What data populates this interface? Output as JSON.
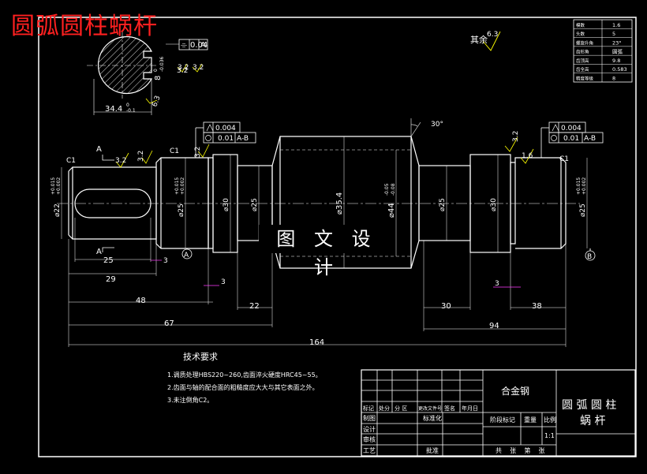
{
  "watermark_title": "圆弧圆柱蜗杆",
  "banner_text": "图 文 设 计",
  "section_view": {
    "flatness": [
      "⌯",
      "0.04",
      "A"
    ],
    "dims": [
      "34.4",
      "0",
      "-0.1",
      "8",
      "0",
      "-0.036"
    ],
    "roughness": [
      "3.2",
      "3.2",
      "6.3"
    ]
  },
  "remaining_roughness": {
    "label": "其余",
    "value": "6.3"
  },
  "param_table": [
    [
      "模数",
      "1.6"
    ],
    [
      "头数",
      "5"
    ],
    [
      "螺旋升角",
      "23°"
    ],
    [
      "齿形角",
      "圆弧"
    ],
    [
      "齿顶高",
      "9.8"
    ],
    [
      "齿全高",
      "0.583"
    ],
    [
      "精度等级",
      "8"
    ]
  ],
  "left_tolerance": {
    "runout": "0.004",
    "coax": "0.01",
    "ref": "A-B"
  },
  "right_tolerance": {
    "runout": "0.004",
    "coax": "0.01",
    "ref": "A-B"
  },
  "angle_label": "30°",
  "chamfers": [
    "C1",
    "C1",
    "C1"
  ],
  "section_marks": [
    "A",
    "A"
  ],
  "datums": [
    "A",
    "B"
  ],
  "roughness_marks": [
    "3.2",
    "3.2",
    "3.2",
    "3.2",
    "3.2",
    "1.6"
  ],
  "diameters": [
    "⌀22",
    "⌀25",
    "⌀30",
    "⌀25",
    "⌀35.4",
    "⌀44",
    "⌀25",
    "⌀30",
    "⌀25"
  ],
  "diameter_tol": [
    "+0.015",
    "+0.002",
    "+0.015",
    "+0.002",
    "-0.05",
    "-0.08",
    "+0.015",
    "+0.002"
  ],
  "lengths": {
    "d25": "25",
    "d29": "29",
    "d48": "48",
    "d67": "67",
    "d164": "164",
    "d22": "22",
    "d30": "30",
    "d94": "94",
    "d38": "38",
    "m3a": "3",
    "m3b": "3",
    "m3c": "3"
  },
  "tech_req": {
    "title": "技术要求",
    "items": [
      "1.调质处理HBS220~260,齿面淬火硬度HRC45~55。",
      "2.齿面与轴的配合面的粗糙度应大大与其它表面之外。",
      "3.未注倒角C2。"
    ]
  },
  "title_block": {
    "material": "合金钢",
    "part_name_line1": "圆 弧 圆 柱",
    "part_name_line2": "蜗 杆",
    "header": [
      "标记",
      "处分",
      "分 区",
      "更改文件号",
      "签名",
      "年月日"
    ],
    "roles": [
      "制图",
      "设计",
      "审核",
      "工艺"
    ],
    "std": "标准化",
    "approve": "批准",
    "stage": "阶段标记",
    "weight": "重量",
    "scale_label": "比例",
    "scale": "1:1",
    "sheets": "共    张    第    张"
  }
}
